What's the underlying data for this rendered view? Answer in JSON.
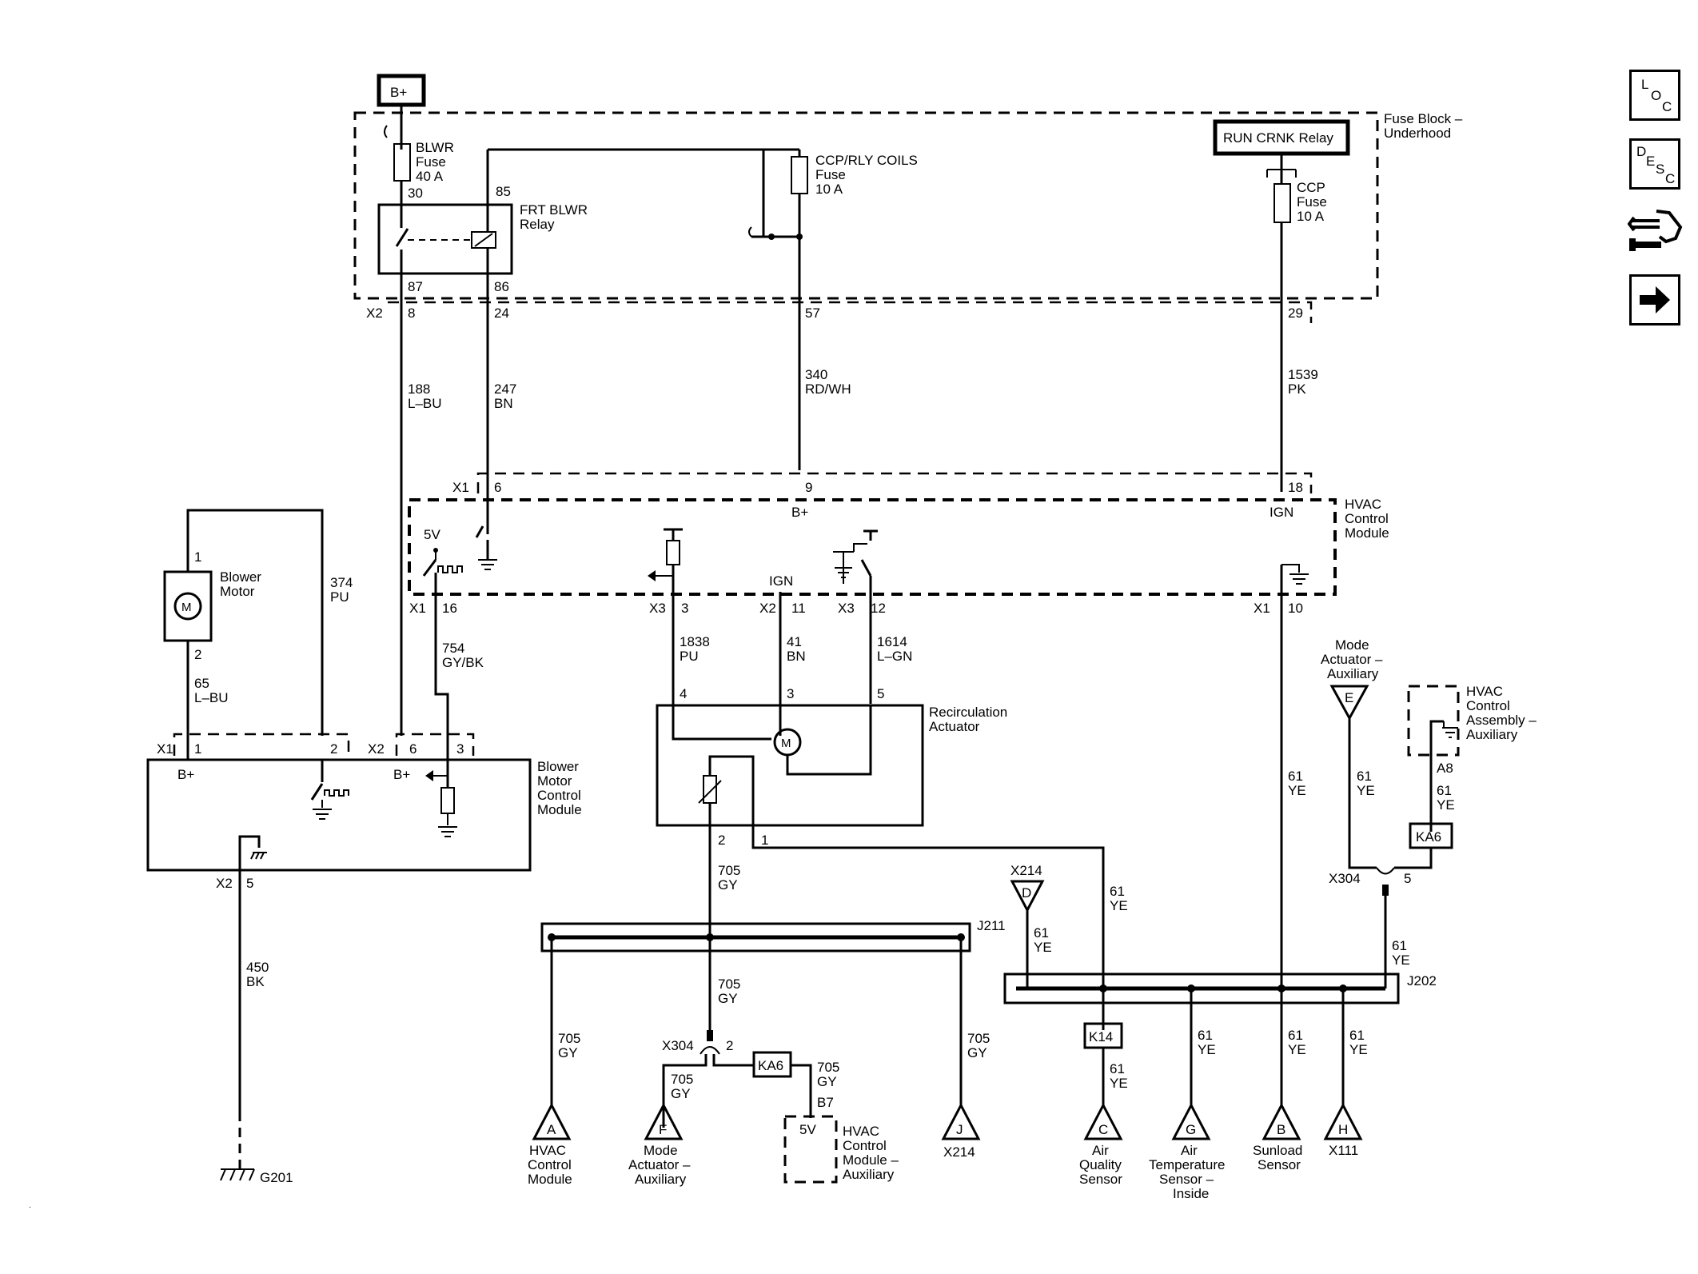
{
  "nav": {
    "loc": [
      "L",
      "O",
      "C"
    ],
    "desc": [
      "D",
      "E",
      "S",
      "C"
    ],
    "connector_icon": "connector-wrench-icon",
    "next_icon": "arrow-right-icon"
  },
  "labels": {
    "bplus_top": "B+",
    "fuse_block_1": "Fuse Block –",
    "fuse_block_2": "Underhood",
    "run_crnk": "RUN CRNK Relay",
    "blwr_fuse": [
      "BLWR",
      "Fuse",
      "40 A"
    ],
    "ccp_rly": [
      "CCP/RLY COILS",
      "Fuse",
      "10 A"
    ],
    "ccp_fuse": [
      "CCP",
      "Fuse",
      "10 A"
    ],
    "frt_relay": [
      "FRT BLWR",
      "Relay"
    ],
    "pin_30": "30",
    "pin_85": "85",
    "pin_87": "87",
    "pin_86": "86",
    "x2": "X2",
    "p8": "8",
    "p24": "24",
    "p57": "57",
    "p29": "29",
    "w188": [
      "188",
      "L–BU"
    ],
    "w247": [
      "247",
      "BN"
    ],
    "w340": [
      "340",
      "RD/WH"
    ],
    "w1539": [
      "1539",
      "PK"
    ],
    "x1_top": "X1",
    "p6": "6",
    "p9": "9",
    "p18": "18",
    "bplus_mod": "B+",
    "ign_mod": "IGN",
    "hvac_mod": [
      "HVAC",
      "Control",
      "Module"
    ],
    "v5": "5V",
    "x1_16": "X1",
    "p16": "16",
    "x3_3": "X3",
    "p3": "3",
    "x2_11": "X2",
    "p11": "11",
    "x3_12": "X3",
    "p12": "12",
    "x1_10": "X1",
    "p10": "10",
    "ign_inner": "IGN",
    "blower_motor": [
      "Blower",
      "Motor"
    ],
    "w374": [
      "374",
      "PU"
    ],
    "pin1_bm": "1",
    "pin2_bm": "2",
    "w65": [
      "65",
      "L–BU"
    ],
    "w754": [
      "754",
      "GY/BK"
    ],
    "w1838": [
      "1838",
      "PU"
    ],
    "w41": [
      "41",
      "BN"
    ],
    "w1614": [
      "1614",
      "L–GN"
    ],
    "recirc": [
      "Recirculation",
      "Actuator"
    ],
    "r4": "4",
    "r3": "3",
    "r5": "5",
    "r2": "2",
    "r1": "1",
    "bmcm_x1": "X1",
    "bmcm_1": "1",
    "bmcm_2": "2",
    "bmcm_x2": "X2",
    "bmcm_6": "6",
    "bmcm_3": "3",
    "bmcm_bplus1": "B+",
    "bmcm_bplus2": "B+",
    "bmcm": [
      "Blower",
      "Motor",
      "Control",
      "Module"
    ],
    "bmcm_x2b": "X2",
    "bmcm_5": "5",
    "w450": [
      "450",
      "BK"
    ],
    "g201": "G201",
    "w705a": [
      "705",
      "GY"
    ],
    "j211": "J211",
    "w705b": [
      "705",
      "GY"
    ],
    "x304a": "X304",
    "p2_x304": "2",
    "ka6a": "KA6",
    "w705c": [
      "705",
      "GY"
    ],
    "w705d": [
      "705",
      "GY"
    ],
    "w705e": [
      "705",
      "GY"
    ],
    "b7": "B7",
    "v5b": "5V",
    "hvac_aux": [
      "HVAC",
      "Control",
      "Module –",
      "Auxiliary"
    ],
    "w705f": [
      "705",
      "GY"
    ],
    "conn_A": "A",
    "conn_F": "F",
    "conn_J": "J",
    "lbl_A": [
      "HVAC",
      "Control",
      "Module"
    ],
    "lbl_F": [
      "Mode",
      "Actuator –",
      "Auxiliary"
    ],
    "lbl_J": "X214",
    "x214": "X214",
    "conn_D": "D",
    "w61a": [
      "61",
      "YE"
    ],
    "w61b": [
      "61",
      "YE"
    ],
    "mode_aux": [
      "Mode",
      "Actuator –",
      "Auxiliary"
    ],
    "conn_E": "E",
    "hvac_assy": [
      "HVAC",
      "Control",
      "Assembly –",
      "Auxiliary"
    ],
    "a8": "A8",
    "w61c": [
      "61",
      "YE"
    ],
    "w61d": [
      "61",
      "YE"
    ],
    "w61e": [
      "61",
      "YE"
    ],
    "ka6b": "KA6",
    "x304b": "X304",
    "p5_x304": "5",
    "w61f": [
      "61",
      "YE"
    ],
    "j202": "J202",
    "k14": "K14",
    "w61g": [
      "61",
      "YE"
    ],
    "w61h": [
      "61",
      "YE"
    ],
    "w61i": [
      "61",
      "YE"
    ],
    "w61j": [
      "61",
      "YE"
    ],
    "conn_C": "C",
    "conn_G": "G",
    "conn_B": "B",
    "conn_H": "H",
    "lbl_C": [
      "Air",
      "Quality",
      "Sensor"
    ],
    "lbl_G": [
      "Air",
      "Temperature",
      "Sensor –",
      "Inside"
    ],
    "lbl_B": [
      "Sunload",
      "Sensor"
    ],
    "lbl_H": "X111",
    "motor_m": "M",
    "recirc_m": "M"
  }
}
